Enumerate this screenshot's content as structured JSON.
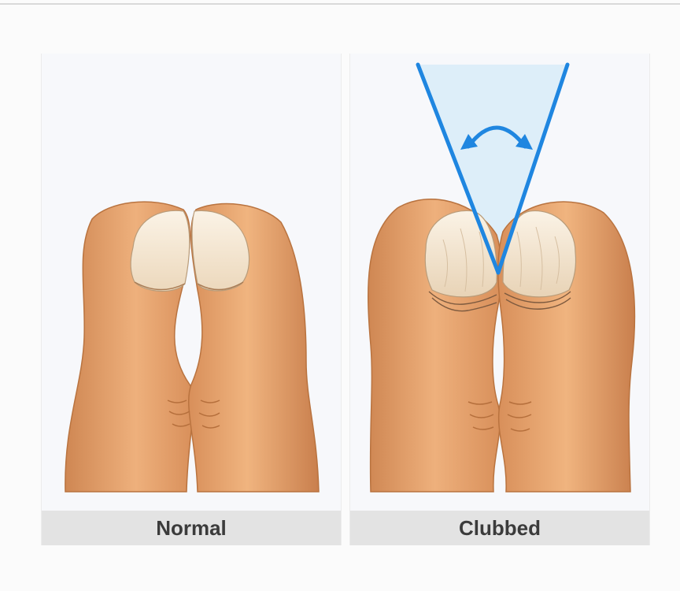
{
  "panels": [
    {
      "caption": "Normal"
    },
    {
      "caption": "Clubbed"
    }
  ],
  "colors": {
    "skin": "#e9a772",
    "skin_shadow": "#c97f4d",
    "skin_highlight": "#f6c9a0",
    "nail": "#f4e6d2",
    "angle_line": "#1f86e0",
    "angle_fill": "#d9ecf8",
    "caption_bg": "#e3e3e3"
  },
  "icons": [
    "angle-indicator",
    "double-arrow-icon"
  ]
}
